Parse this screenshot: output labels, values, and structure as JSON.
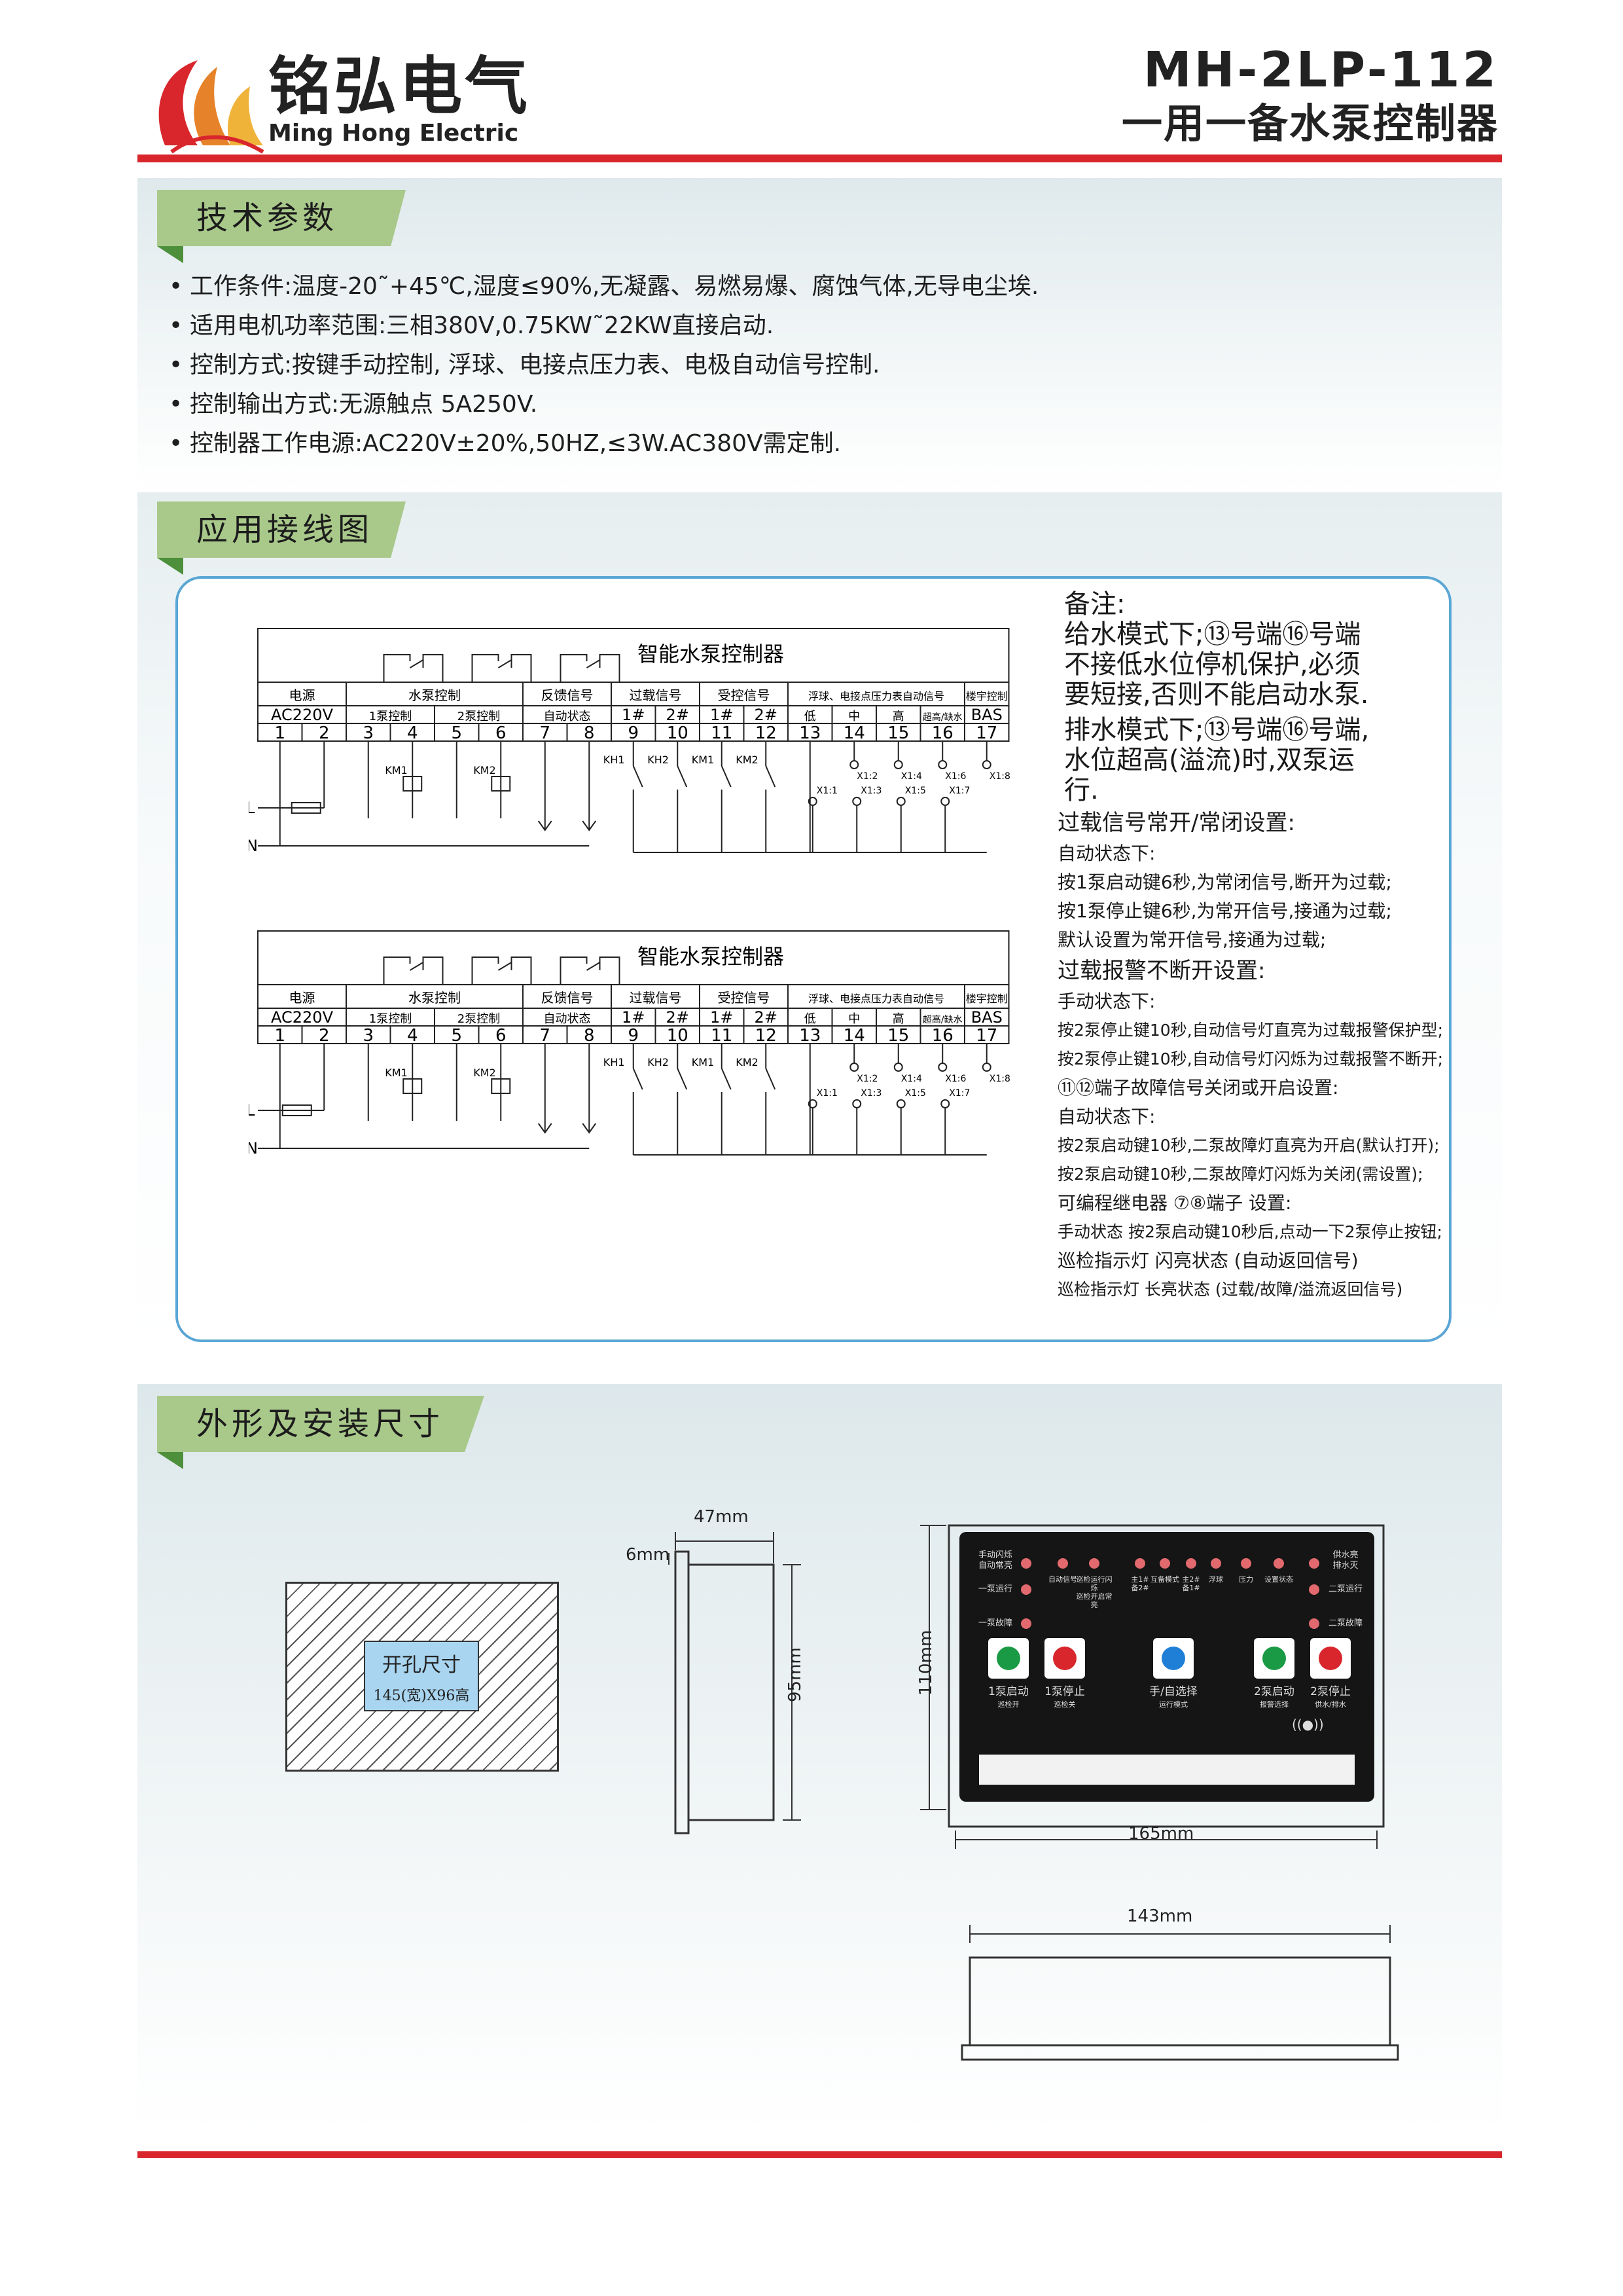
{
  "header": {
    "brand_cn": "铭弘电气",
    "brand_en": "Ming Hong Electric",
    "model": "MH-2LP-112",
    "product": "一用一备水泵控制器"
  },
  "colors": {
    "accent_red": "#d8262c",
    "tab_green": "#a9c98b",
    "box_blue": "#5aa6d4"
  },
  "sections": {
    "tech": "技术参数",
    "wiring": "应用接线图",
    "dims": "外形及安装尺寸"
  },
  "tech_params": [
    "工作条件:温度-20˜+45℃,湿度≤90%,无凝露、易燃易爆、腐蚀气体,无导电尘埃.",
    "适用电机功率范围:三相380V,0.75KW˜22KW直接启动.",
    "控制方式:按键手动控制, 浮球、电接点压力表、电极自动信号控制.",
    "控制输出方式:无源触点 5A250V.",
    "控制器工作电源:AC220V±20%,50HZ,≤3W.AC380V需定制."
  ],
  "diagram1": {
    "title": "智能水泵控制器",
    "groups": [
      "电源",
      "水泵控制",
      "反馈信号",
      "过载信号",
      "受控信号",
      "浮球、电接点压力表自动信号",
      "楼宇控制"
    ],
    "sub": [
      "AC220V",
      "1泵控制",
      "2泵控制",
      "自动状态",
      "1#",
      "2#",
      "1#",
      "2#",
      "低",
      "中",
      "高",
      "超高/缺水",
      "BAS"
    ],
    "terminals": [
      "1",
      "2",
      "3",
      "4",
      "5",
      "6",
      "7",
      "8",
      "9",
      "10",
      "11",
      "12",
      "13",
      "14",
      "15",
      "16",
      "17"
    ],
    "contacts": [
      "KH1",
      "KH2",
      "KM1",
      "KM2"
    ],
    "coils": [
      "KM1",
      "KM2"
    ],
    "xlabels_top": [
      "X1:2",
      "X1:4",
      "X1:6",
      "X1:8"
    ],
    "xlabels_bot": [
      "X1:1",
      "X1:3",
      "X1:5",
      "X1:7"
    ],
    "line_l": "L",
    "line_n": "N"
  },
  "diagram2": {
    "title": "智能水泵控制器",
    "groups": [
      "电源",
      "水泵控制",
      "反馈信号",
      "过载信号",
      "受控信号",
      "浮球、电接点压力表自动信号",
      "楼宇控制"
    ],
    "sub": [
      "AC220V",
      "1泵控制",
      "2泵控制",
      "自动状态",
      "1#",
      "2#",
      "1#",
      "2#",
      "低",
      "中",
      "高",
      "超高/缺水",
      "BAS"
    ],
    "terminals": [
      "1",
      "2",
      "3",
      "4",
      "5",
      "6",
      "7",
      "8",
      "9",
      "10",
      "11",
      "12",
      "13",
      "14",
      "15",
      "16",
      "17"
    ],
    "contacts": [
      "KH1",
      "KH2",
      "KM1",
      "KM2"
    ],
    "coils": [
      "KM1",
      "KM2"
    ],
    "xlabels_top": [
      "X1:2",
      "X1:4",
      "X1:6",
      "X1:8"
    ],
    "xlabels_bot": [
      "X1:1",
      "X1:3",
      "X1:5",
      "X1:7"
    ],
    "line_l": "L",
    "line_n": "N"
  },
  "notes": {
    "head": "备注:",
    "big": [
      "给水模式下;⑬号端⑯号端",
      "不接低水位停机保护,必须",
      "要短接,否则不能启动水泵.",
      "排水模式下;⑬号端⑯号端,",
      "水位超高(溢流)时,双泵运",
      "行."
    ],
    "lines": [
      {
        "t": "过载信号常开/常闭设置:",
        "big": true
      },
      {
        "t": "自动状态下:",
        "big": false
      },
      {
        "t": "按1泵启动键6秒,为常闭信号,断开为过载;",
        "big": false
      },
      {
        "t": "按1泵停止键6秒,为常开信号,接通为过载;",
        "big": false
      },
      {
        "t": "默认设置为常开信号,接通为过载;",
        "big": false
      },
      {
        "t": "过载报警不断开设置:",
        "big": true
      },
      {
        "t": "手动状态下:",
        "big": false
      },
      {
        "t": "按2泵停止键10秒,自动信号灯直亮为过载报警保护型;",
        "big": false
      },
      {
        "t": "按2泵停止键10秒,自动信号灯闪烁为过载报警不断开;",
        "big": false
      },
      {
        "t": "⑪⑫端子故障信号关闭或开启设置:",
        "big": false
      },
      {
        "t": "自动状态下:",
        "big": false
      },
      {
        "t": "按2泵启动键10秒,二泵故障灯直亮为开启(默认打开);",
        "big": false
      },
      {
        "t": "按2泵启动键10秒,二泵故障灯闪烁为关闭(需设置);",
        "big": false
      },
      {
        "t": "可编程继电器 ⑦⑧端子 设置:",
        "big": false
      },
      {
        "t": "手动状态 按2泵启动键10秒后,点动一下2泵停止按钮;",
        "big": false
      },
      {
        "t": "巡检指示灯 闪亮状态  (自动返回信号)",
        "big": false
      },
      {
        "t": "巡检指示灯 长亮状态  (过载/故障/溢流返回信号)",
        "big": false
      }
    ]
  },
  "dimensions": {
    "cutout_title": "开孔尺寸",
    "cutout_size": "145(宽)X96高",
    "side_width": "47mm",
    "side_lip": "6mm",
    "side_height": "95mm",
    "front_width": "165mm",
    "front_height": "110mm",
    "bottom_width": "143mm"
  },
  "face": {
    "top_left": [
      "手动闪烁",
      "自动常亮"
    ],
    "run_label": "一泵运行",
    "fault_label": "一泵故障",
    "leds_top": [
      "自动信号",
      "巡检运行闪烁\n巡检开启常亮",
      "主1#\n备2#",
      "互备模式",
      "主2#\n备1#",
      "浮球",
      "压力",
      "设置状态"
    ],
    "top_right": [
      "供水亮",
      "排水灭"
    ],
    "run2_label": "二泵运行",
    "fault2_label": "二泵故障",
    "buttons": [
      {
        "label": "1泵启动",
        "sub": "巡检开",
        "kind": "start"
      },
      {
        "label": "1泵停止",
        "sub": "巡检关",
        "kind": "stop"
      },
      {
        "label": "手/自选择",
        "sub": "运行模式",
        "kind": "mode"
      },
      {
        "label": "2泵启动",
        "sub": "报警选择",
        "kind": "start"
      },
      {
        "label": "2泵停止",
        "sub": "供水/排水",
        "kind": "stop"
      }
    ]
  }
}
